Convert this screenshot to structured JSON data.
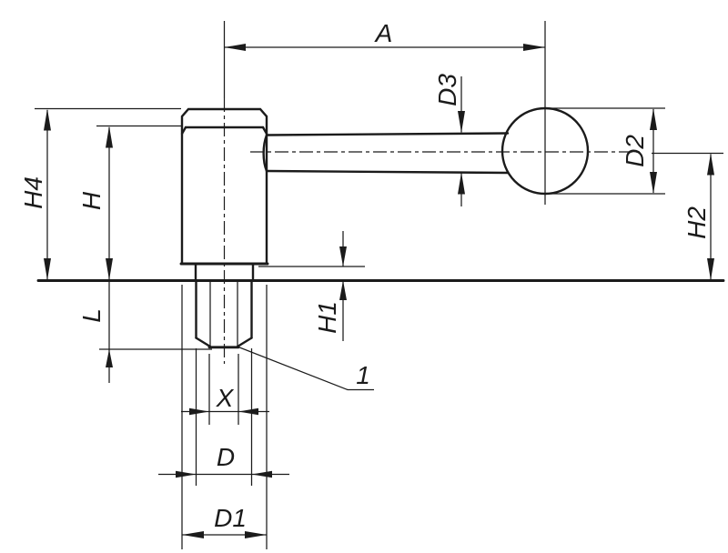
{
  "drawing": {
    "background_color": "#ffffff",
    "line_color": "#1b1b1b",
    "labels": {
      "a": "A",
      "d3": "D3",
      "d2": "D2",
      "h2": "H2",
      "h4": "H4",
      "h": "H",
      "l": "L",
      "h1": "H1",
      "x": "X",
      "d": "D",
      "d1": "D1",
      "callout_1": "1"
    }
  }
}
